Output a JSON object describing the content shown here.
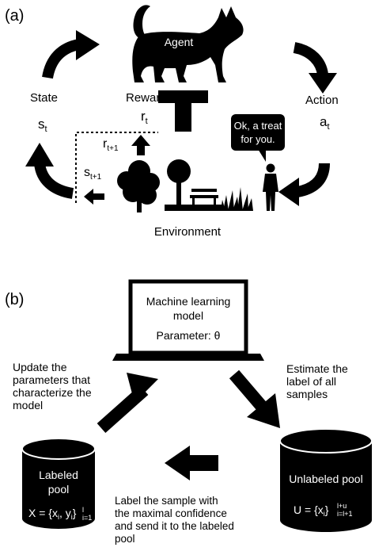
{
  "panel_a": {
    "label": "(a)",
    "agent": "Agent",
    "state": "State",
    "s_t": "s",
    "s_t_sub": "t",
    "reward": "Reward",
    "r_t": "r",
    "r_t_sub": "t",
    "action": "Action",
    "a_t": "a",
    "a_t_sub": "t",
    "r_t1": "r",
    "r_t1_sub": "t+1",
    "s_t1": "s",
    "s_t1_sub": "t+1",
    "speech_line1": "Ok, a treat",
    "speech_line2": "for you.",
    "environment": "Environment"
  },
  "panel_b": {
    "label": "(b)",
    "ml_line1": "Machine learning",
    "ml_line2": "model",
    "ml_line3": "Parameter: θ",
    "update_line1": "Update the",
    "update_line2": "parameters that",
    "update_line3": "characterize the",
    "update_line4": "model",
    "estimate_line1": "Estimate the",
    "estimate_line2": "label of all",
    "estimate_line3": "samples",
    "labeled_line1": "Labeled",
    "labeled_line2": "pool",
    "labeled_formula": "X = {x",
    "labeled_formula_i": "i",
    "labeled_formula_mid": ", y",
    "labeled_formula_i2": "i",
    "labeled_formula_end": "}",
    "labeled_sup": "l",
    "labeled_sub": "i=1",
    "unlabeled_title": "Unlabeled pool",
    "unlabeled_formula": "U = {x",
    "unlabeled_formula_i": "i",
    "unlabeled_formula_end": "}",
    "unlabeled_sup": "l+u",
    "unlabeled_sub": "i=l+1",
    "label_line1": "Label the sample with",
    "label_line2": "the maximal confidence",
    "label_line3": "and send it to the labeled",
    "label_line4": "pool"
  }
}
